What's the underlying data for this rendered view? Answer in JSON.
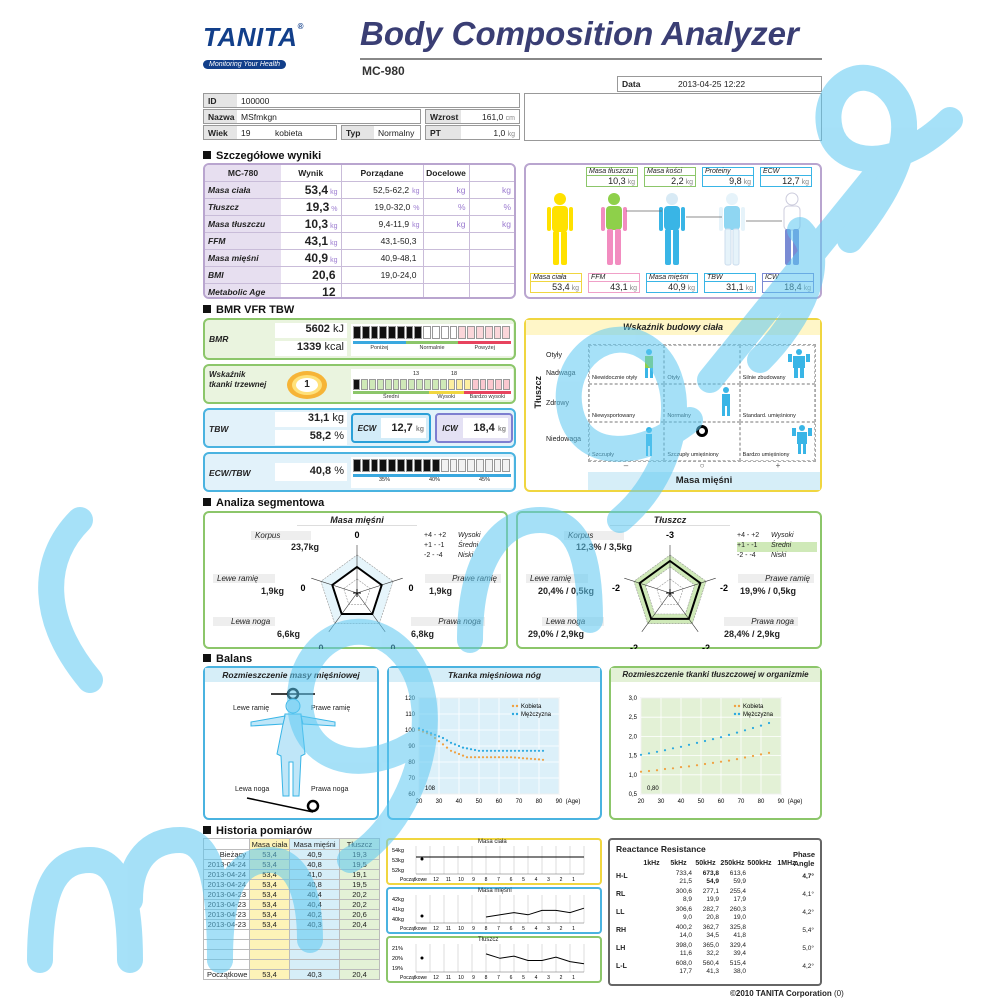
{
  "brand": {
    "name": "TANITA",
    "tagline": "Monitoring Your Health",
    "registered": "®"
  },
  "header": {
    "title": "Body Composition Analyzer",
    "model": "MC-980",
    "date_label": "Data",
    "date_value": "2013-04-25 12:22"
  },
  "patient": {
    "id_label": "ID",
    "id_value": "100000",
    "name_label": "Nazwa",
    "name_value": "MSfmkgn",
    "height_label": "Wzrost",
    "height_value": "161,0",
    "height_unit": "cm",
    "age_label": "Wiek",
    "age_value": "19",
    "sex_value": "kobieta",
    "type_label": "Typ",
    "type_value": "Normalny",
    "pt_label": "PT",
    "pt_value": "1,0",
    "pt_unit": "kg"
  },
  "sections": {
    "detailed": "Szczegółowe wyniki",
    "bmr": "BMR VFR TBW",
    "segment": "Analiza segmentowa",
    "balance": "Balans",
    "history": "Historia pomiarów"
  },
  "results": {
    "model": "MC-780",
    "col_result": "Wynik",
    "col_desired": "Porządane",
    "col_target": "Docelowe",
    "rows": [
      {
        "label": "Masa ciała",
        "value": "53,4",
        "unit": "kg",
        "desired": "52,5-62,2",
        "dunit": "kg",
        "t1": "kg",
        "t2": "kg"
      },
      {
        "label": "Tłuszcz",
        "value": "19,3",
        "unit": "%",
        "desired": "19,0-32,0",
        "dunit": "%",
        "t1": "%",
        "t2": "%"
      },
      {
        "label": "Masa tłuszczu",
        "value": "10,3",
        "unit": "kg",
        "desired": "9,4-11,9",
        "dunit": "kg",
        "t1": "kg",
        "t2": "kg"
      },
      {
        "label": "FFM",
        "value": "43,1",
        "unit": "kg",
        "desired": "43,1-50,3",
        "dunit": "",
        "t1": "",
        "t2": ""
      },
      {
        "label": "Masa mięśni",
        "value": "40,9",
        "unit": "kg",
        "desired": "40,9-48,1",
        "dunit": "",
        "t1": "",
        "t2": ""
      },
      {
        "label": "BMI",
        "value": "20,6",
        "unit": "",
        "desired": "19,0-24,0",
        "dunit": "",
        "t1": "",
        "t2": ""
      },
      {
        "label": "Metabolic Age",
        "value": "12",
        "unit": "",
        "desired": "",
        "dunit": "",
        "t1": "",
        "t2": ""
      }
    ]
  },
  "bodycomp": {
    "top": [
      {
        "label": "Masa tłuszczu",
        "value": "10,3",
        "unit": "kg"
      },
      {
        "label": "Masa kości",
        "value": "2,2",
        "unit": "kg"
      },
      {
        "label": "Proteiny",
        "value": "9,8",
        "unit": "kg"
      },
      {
        "label": "ECW",
        "value": "12,7",
        "unit": "kg"
      }
    ],
    "bottom": [
      {
        "label": "Masa ciała",
        "value": "53,4",
        "unit": "kg"
      },
      {
        "label": "FFM",
        "value": "43,1",
        "unit": "kg"
      },
      {
        "label": "Masa mięśni",
        "value": "40,9",
        "unit": "kg"
      },
      {
        "label": "TBW",
        "value": "31,1",
        "unit": "kg"
      },
      {
        "label": "ICW",
        "value": "18,4",
        "unit": "kg"
      }
    ]
  },
  "bmr": {
    "label": "BMR",
    "kj": "5602",
    "kj_unit": "kJ",
    "kcal": "1339",
    "kcal_unit": "kcal",
    "scale": [
      "Poniżej",
      "Normalnie",
      "Powyżej"
    ]
  },
  "vfr": {
    "label": "Wskaźnik tkanki trzewnej",
    "value": "1",
    "mark1": "13",
    "mark2": "18",
    "scale": [
      "Średni",
      "Wysoki",
      "Bardzo wysoki"
    ]
  },
  "tbw": {
    "label": "TBW",
    "kg": "31,1",
    "kg_unit": "kg",
    "pct": "58,2",
    "pct_unit": "%",
    "ecw_label": "ECW",
    "ecw": "12,7",
    "ecw_unit": "kg",
    "icw_label": "ICW",
    "icw": "18,4",
    "icw_unit": "kg"
  },
  "ecwtbw": {
    "label": "ECW/TBW",
    "value": "40,8",
    "unit": "%",
    "ticks": [
      "35%",
      "40%",
      "45%"
    ]
  },
  "bodytype": {
    "title": "Wskaźnik budowy ciała",
    "y_axis": "Tłuszcz",
    "x_axis": "Masa mięśni",
    "rows": [
      "Otyły",
      "Nadwaga",
      "Zdrowy",
      "Niedowaga"
    ],
    "cells": [
      "Niewidocznie otyły",
      "Otyły",
      "Silnie zbudowany",
      "Niewysportowany",
      "Normalny",
      "Standard. umięśniony",
      "Szczupły",
      "Szczupły umięśniony",
      "Bardzo umięśniony"
    ],
    "x_ticks": [
      "–",
      "○",
      "+"
    ]
  },
  "muscle_seg": {
    "title": "Masa mięśni",
    "trunk_label": "Korpus",
    "trunk": "23,7kg",
    "la_label": "Lewe ramię",
    "la": "1,9kg",
    "ra_label": "Prawe ramię",
    "ra": "1,9kg",
    "ll_label": "Lewa noga",
    "ll": "6,6kg",
    "rl_label": "Prawa noga",
    "rl": "6,8kg",
    "scores": [
      "0",
      "0",
      "0",
      "0",
      "0"
    ],
    "legend": [
      {
        "range": "+4 - +2",
        "text": "Wysoki"
      },
      {
        "range": "+1 - -1",
        "text": "Średni"
      },
      {
        "range": "-2 - -4",
        "text": "Niski"
      }
    ]
  },
  "fat_seg": {
    "title": "Tłuszcz",
    "trunk_label": "Korpus",
    "trunk": "12,3% / 3,5kg",
    "la_label": "Lewe ramię",
    "la": "20,4% / 0,5kg",
    "ra_label": "Prawe ramię",
    "ra": "19,9% / 0,5kg",
    "ll_label": "Lewa noga",
    "ll": "29,0% / 2,9kg",
    "rl_label": "Prawa noga",
    "rl": "28,4% / 2,9kg",
    "scores": [
      "-3",
      "-2",
      "-2",
      "-2",
      "-2"
    ],
    "legend": [
      {
        "range": "+4 - +2",
        "text": "Wysoki"
      },
      {
        "range": "+1 - -1",
        "text": "Średni"
      },
      {
        "range": "-2 - -4",
        "text": "Niski"
      }
    ]
  },
  "balance": {
    "muscle_dist": {
      "title": "Rozmieszczenie masy mięśniowej",
      "la": "Lewe ramię",
      "ra": "Prawe ramię",
      "ll": "Lewa noga",
      "rl": "Prawa noga"
    },
    "leg_muscle": {
      "title": "Tkanka mięśniowa nóg"
    },
    "fat_dist": {
      "title": "Rozmieszczenie tkanki tłuszczowej w organizmie"
    }
  },
  "chart_data": [
    {
      "type": "scatter",
      "title": "Tkanka mięśniowa nóg",
      "x_ticks": [
        20,
        30,
        40,
        50,
        60,
        70,
        80,
        90
      ],
      "y_ticks": [
        60,
        70,
        80,
        90,
        100,
        110,
        120
      ],
      "xlim": [
        20,
        90
      ],
      "ylim": [
        60,
        120
      ],
      "xlabel": "(Age)",
      "marker_label": "108",
      "series": [
        {
          "name": "Kobieta",
          "color": "#f0a040",
          "x": [
            20,
            22,
            24,
            26,
            28,
            30,
            32,
            34,
            36,
            38,
            40,
            42,
            44,
            46,
            48,
            50,
            52,
            54,
            56,
            58,
            60,
            62,
            64,
            66,
            68,
            70,
            72,
            74,
            76,
            78,
            80,
            82
          ],
          "y": [
            100,
            99,
            98,
            97,
            95,
            93,
            91,
            89,
            87,
            86,
            85,
            84,
            83,
            83,
            83,
            83,
            83,
            83,
            83,
            83,
            83,
            83,
            83,
            83,
            82.8,
            82.6,
            82.4,
            82.2,
            82,
            81.8,
            81.6,
            81.4
          ]
        },
        {
          "name": "Mężczyzna",
          "color": "#2aa8e0",
          "x": [
            20,
            22,
            24,
            26,
            28,
            30,
            32,
            34,
            36,
            38,
            40,
            42,
            44,
            46,
            48,
            50,
            52,
            54,
            56,
            58,
            60,
            62,
            64,
            66,
            68,
            70,
            72,
            74,
            76,
            78,
            80,
            82
          ],
          "y": [
            101,
            100,
            99,
            98,
            97,
            96,
            95,
            93.5,
            92,
            91,
            90,
            89,
            88.5,
            88,
            87.5,
            87,
            87,
            87,
            87,
            87,
            87,
            87,
            87,
            87,
            87,
            87,
            87,
            87,
            87,
            87,
            87,
            87
          ]
        }
      ]
    },
    {
      "type": "scatter",
      "title": "Rozmieszczenie tkanki tłuszczowej w organizmie",
      "x_ticks": [
        20,
        30,
        40,
        50,
        60,
        70,
        80,
        90
      ],
      "y_ticks": [
        0.5,
        1.0,
        1.5,
        2.0,
        2.5,
        3.0
      ],
      "y_tick_labels": [
        "0,5",
        "1,0",
        "1,5",
        "2,0",
        "2,5",
        "3,0"
      ],
      "xlim": [
        20,
        90
      ],
      "ylim": [
        0.5,
        3.0
      ],
      "xlabel": "(Age)",
      "marker_label": "0,80",
      "series": [
        {
          "name": "Kobieta",
          "color": "#f0a040",
          "x": [
            20,
            24,
            28,
            32,
            36,
            40,
            44,
            48,
            52,
            56,
            60,
            64,
            68,
            72,
            76,
            80,
            84
          ],
          "y": [
            1.08,
            1.1,
            1.12,
            1.15,
            1.17,
            1.2,
            1.22,
            1.25,
            1.28,
            1.31,
            1.34,
            1.37,
            1.41,
            1.45,
            1.49,
            1.53,
            1.57
          ]
        },
        {
          "name": "Mężczyzna",
          "color": "#2aa8e0",
          "x": [
            20,
            24,
            28,
            32,
            36,
            40,
            44,
            48,
            52,
            56,
            60,
            64,
            68,
            72,
            76,
            80,
            84
          ],
          "y": [
            1.52,
            1.56,
            1.6,
            1.64,
            1.69,
            1.73,
            1.78,
            1.83,
            1.88,
            1.93,
            1.98,
            2.04,
            2.1,
            2.16,
            2.22,
            2.28,
            2.35
          ]
        }
      ]
    }
  ],
  "history": {
    "headers": [
      "",
      "Masa ciała",
      "Masa mięśni",
      "Tłuszcz"
    ],
    "rows": [
      [
        "Bieżący",
        "53,4",
        "40,9",
        "19,3"
      ],
      [
        "2013-04-24",
        "53,4",
        "40,8",
        "19,5"
      ],
      [
        "2013-04-24",
        "53,4",
        "41,0",
        "19,1"
      ],
      [
        "2013-04-24",
        "53,4",
        "40,8",
        "19,5"
      ],
      [
        "2013-04-23",
        "53,4",
        "40,4",
        "20,2"
      ],
      [
        "2013-04-23",
        "53,4",
        "40,4",
        "20,2"
      ],
      [
        "2013-04-23",
        "53,4",
        "40,2",
        "20,6"
      ],
      [
        "2013-04-23",
        "53,4",
        "40,3",
        "20,4"
      ]
    ],
    "initial": [
      "Początkowe",
      "53,4",
      "40,3",
      "20,4"
    ],
    "graphs": [
      {
        "title": "Masa ciała",
        "y_ticks": [
          "54kg",
          "53kg",
          "52kg"
        ]
      },
      {
        "title": "Masa mięśni",
        "y_ticks": [
          "42kg",
          "41kg",
          "40kg"
        ]
      },
      {
        "title": "Tłuszcz",
        "y_ticks": [
          "21%",
          "20%",
          "19%"
        ]
      }
    ],
    "x_label": "Początkowe",
    "x_ticks": [
      "12",
      "11",
      "10",
      "9",
      "8",
      "7",
      "6",
      "5",
      "4",
      "3",
      "2",
      "1"
    ]
  },
  "reactance": {
    "title": "Reactance Resistance",
    "phase_label": "Phase Angle",
    "freqs": [
      "1kHz",
      "5kHz",
      "50kHz",
      "250kHz",
      "500kHz",
      "1MHz"
    ],
    "rows": [
      {
        "seg": "H-L",
        "r1": [
          "733,4",
          "673,8",
          "613,6"
        ],
        "r2": [
          "21,5",
          "54,9",
          "59,9"
        ],
        "phase": "4,7°"
      },
      {
        "seg": "RL",
        "r1": [
          "300,6",
          "277,1",
          "255,4"
        ],
        "r2": [
          "8,9",
          "19,9",
          "17,9"
        ],
        "phase": "4,1°"
      },
      {
        "seg": "LL",
        "r1": [
          "306,6",
          "282,7",
          "260,3"
        ],
        "r2": [
          "9,0",
          "20,8",
          "19,0"
        ],
        "phase": "4,2°"
      },
      {
        "seg": "RH",
        "r1": [
          "400,2",
          "362,7",
          "325,8"
        ],
        "r2": [
          "14,0",
          "34,5",
          "41,8"
        ],
        "phase": "5,4°"
      },
      {
        "seg": "LH",
        "r1": [
          "398,0",
          "365,0",
          "329,4"
        ],
        "r2": [
          "11,6",
          "32,2",
          "39,4"
        ],
        "phase": "5,0°"
      },
      {
        "seg": "L-L",
        "r1": [
          "608,0",
          "560,4",
          "515,4"
        ],
        "r2": [
          "17,7",
          "41,3",
          "38,0"
        ],
        "phase": "4,2°"
      }
    ]
  },
  "footer": {
    "copyright": "©2010 TANITA Corporation",
    "page": "(0)"
  },
  "colors": {
    "purple": "#b9a5cf",
    "green": "#8cc66a",
    "blue": "#4ab3e0",
    "yellow": "#f0d640",
    "watermark": "#39c0f0"
  }
}
